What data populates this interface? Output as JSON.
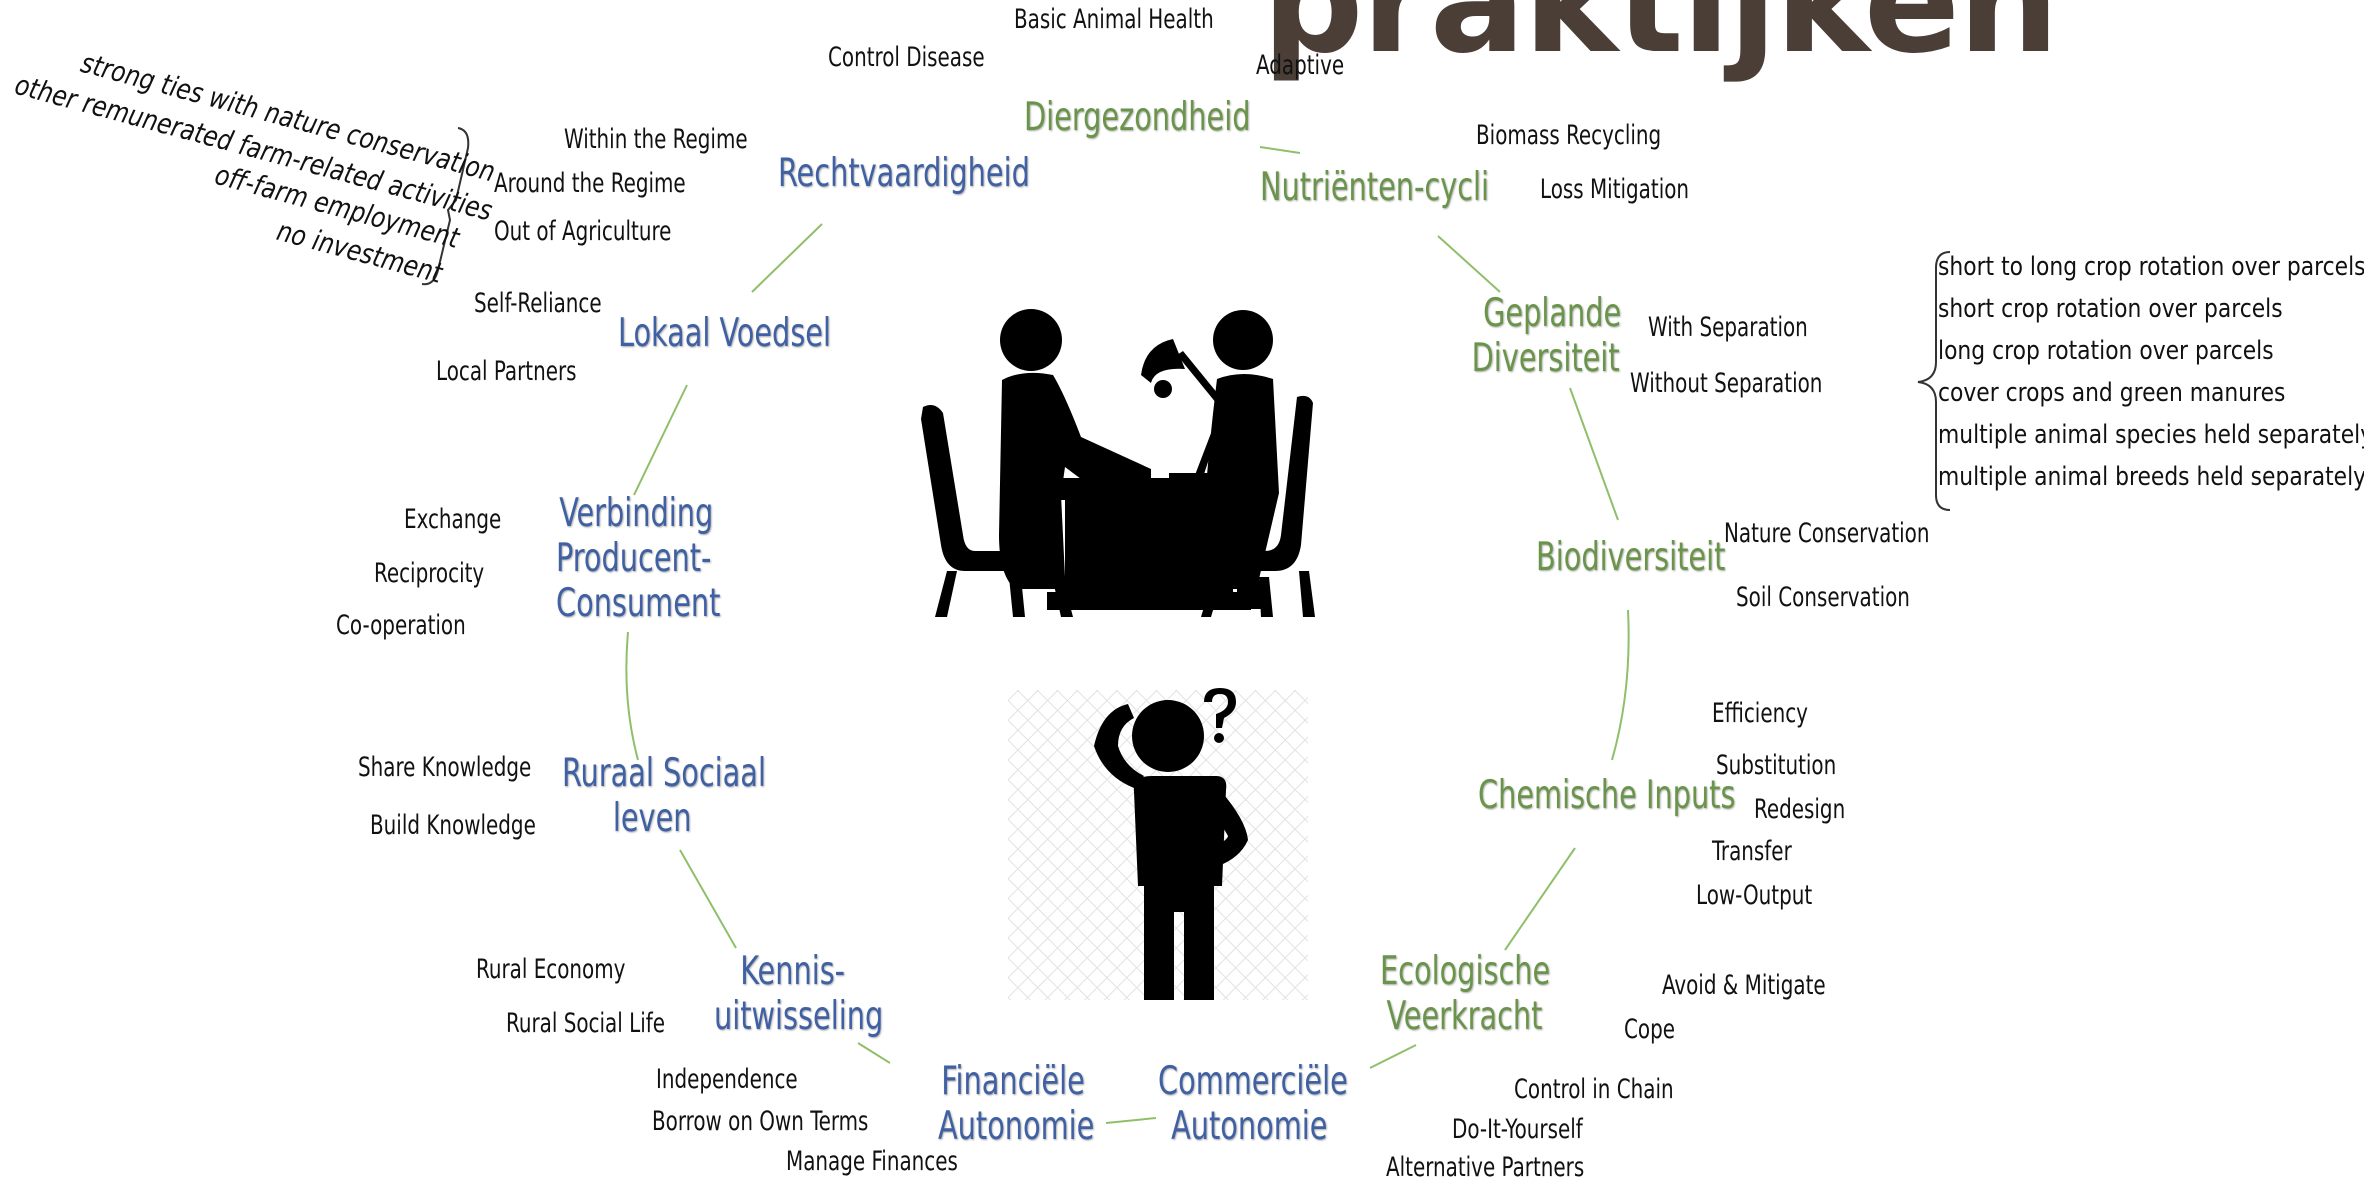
{
  "title": "praktijken",
  "categories": {
    "diergezondheid": {
      "label": "Diergezondheid",
      "practices": [
        "Basic Animal Health",
        "Control Disease",
        "Adaptive"
      ]
    },
    "nutrienten": {
      "label": "Nutriënten-cycli",
      "practices": [
        "Biomass Recycling",
        "Loss Mitigation"
      ]
    },
    "geplande": {
      "line1": "Geplande",
      "line2": "Diversiteit",
      "practices": [
        "With Separation",
        "Without Separation"
      ]
    },
    "biodiversiteit": {
      "label": "Biodiversiteit",
      "practices": [
        "Nature Conservation",
        "Soil Conservation"
      ]
    },
    "chemische": {
      "label": "Chemische Inputs",
      "practices": [
        "Efficiency",
        "Substitution",
        "Redesign",
        "Transfer",
        "Low-Output"
      ]
    },
    "ecologische": {
      "line1": "Ecologische",
      "line2": "Veerkracht",
      "practices": [
        "Avoid & Mitigate",
        "Cope"
      ]
    },
    "commerciele": {
      "line1": "Commerciële",
      "line2": "Autonomie",
      "practices": [
        "Control in Chain",
        "Do-It-Yourself",
        "Alternative Partners"
      ]
    },
    "financiele": {
      "line1": "Financiële",
      "line2": "Autonomie",
      "practices": [
        "Independence",
        "Borrow on Own Terms",
        "Manage Finances"
      ]
    },
    "kennis": {
      "line1": "Kennis-",
      "line2": "uitwisseling",
      "practices": [
        "Rural Economy",
        "Rural Social Life"
      ]
    },
    "ruraal": {
      "line1": "Ruraal Sociaal",
      "line2": "leven",
      "practices": [
        "Share Knowledge",
        "Build Knowledge"
      ]
    },
    "verbinding": {
      "line1": "Verbinding",
      "line2": "Producent-",
      "line3": "Consument",
      "practices": [
        "Exchange",
        "Reciprocity",
        "Co-operation"
      ]
    },
    "lokaal": {
      "label": "Lokaal Voedsel",
      "practices": [
        "Self-Reliance",
        "Local Partners"
      ]
    },
    "rechtvaardigheid": {
      "label": "Rechtvaardigheid",
      "practices": [
        "Within the Regime",
        "Around the Regime",
        "Out of Agriculture"
      ]
    }
  },
  "notes": {
    "rotated": [
      "strong ties with nature conservation",
      "other remunerated farm-related activities",
      "off-farm employment",
      "no investment"
    ],
    "rotation": [
      "short to long crop rotation over parcels",
      "short crop rotation over parcels",
      "long crop rotation over parcels",
      "cover crops and green manures",
      "multiple animal species held separately",
      "multiple animal breeds held separately"
    ]
  },
  "icons": [
    "consultation-icon",
    "confused-person-icon"
  ],
  "colors": {
    "green": "#6a944a",
    "blue": "#4060a4",
    "title": "#4a3e37",
    "connector": "#8fbf6a"
  }
}
